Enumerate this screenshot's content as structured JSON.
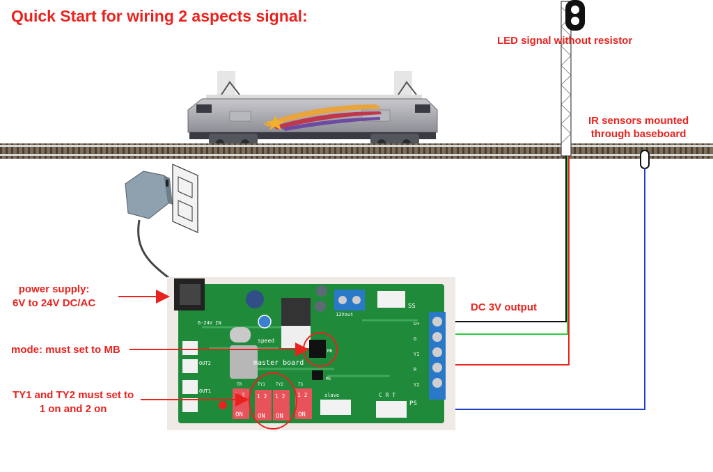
{
  "title": "Quick Start for wiring 2 aspects signal:",
  "labels": {
    "led_signal": "LED signal without resistor",
    "ir_sensors_line1": "IR sensors mounted",
    "ir_sensors_line2": "through baseboard",
    "power_line1": "power supply:",
    "power_line2": "6V to 24V DC/AC",
    "dc_output": "DC 3V output",
    "mode": "mode: must set to MB",
    "ty_line1": "TY1 and TY2 must set to",
    "ty_line2": "1 on and 2 on"
  },
  "board": {
    "silk_master": "master board",
    "silk_speed": "speed",
    "silk_input": "6-24V IN",
    "silk_12vout": "12Vout",
    "silk_ss": "SS",
    "silk_ps": "PS",
    "silk_slave": "slave",
    "silk_out2": "OUT2",
    "silk_out1": "OUT1",
    "terminal_pins": [
      "U+",
      "G",
      "Y1",
      "R",
      "Y2"
    ],
    "dip_groups": [
      "TR",
      "TY1",
      "TY2",
      "TS"
    ],
    "dip_on": "ON",
    "dip_numbers": "1 2",
    "connector_pins": "C R T",
    "jumper_mb": "MB",
    "jumper_ms": "MS"
  },
  "colors": {
    "annotation": "#e8231f",
    "pcb": "#1f8a3a",
    "wire_black": "#111111",
    "wire_green": "#2ecc40",
    "wire_red": "#e8231f",
    "wire_blue": "#1f3fcf"
  }
}
